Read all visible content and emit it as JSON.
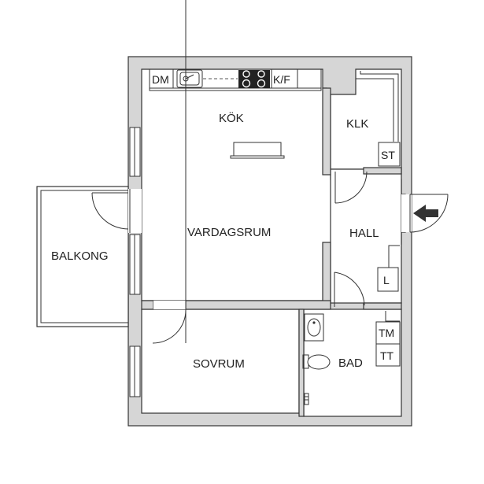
{
  "rooms": {
    "kok": "KÖK",
    "klk": "KLK",
    "vardagsrum": "VARDAGSRUM",
    "hall": "HALL",
    "balkong": "BALKONG",
    "sovrum": "SOVRUM",
    "bad": "BAD"
  },
  "fixtures": {
    "dishwasher": "DM",
    "fridge_freezer": "K/F",
    "storage": "ST",
    "linen": "L",
    "washer": "TM",
    "dryer": "TT"
  },
  "colors": {
    "wall": "#d6d6d6",
    "line": "#333333",
    "floor": "#ffffff"
  }
}
